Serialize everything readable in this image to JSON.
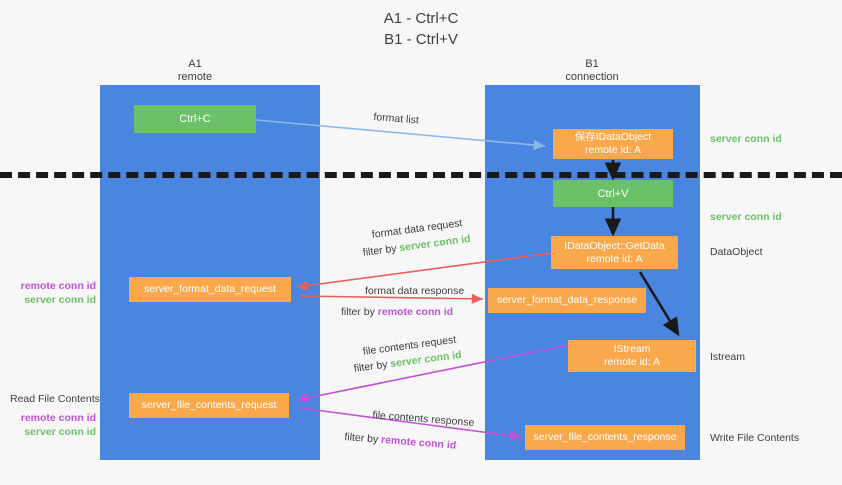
{
  "title": {
    "line1": "A1 - Ctrl+C",
    "line2": "B1 - Ctrl+V"
  },
  "lanes": [
    {
      "name": "A1",
      "sub": "remote"
    },
    {
      "name": "B1",
      "sub": "connection"
    }
  ],
  "colors": {
    "lane": "#4a86e0",
    "action": "#6cc067",
    "message": "#f9a94c",
    "server_conn": "#6cc067",
    "remote_conn": "#c252d6",
    "arrow_blue": "#8ab9e8",
    "arrow_red": "#e8605d",
    "arrow_purple": "#c252d6",
    "arrow_black": "#1a1a1a",
    "divider": "#1a1a1a"
  },
  "nodes": {
    "ctrl_c": "Ctrl+C",
    "ctrl_v": "Ctrl+V",
    "data_object_store": {
      "line1": "保存IDataObject",
      "line2": "remote id: A"
    },
    "get_data": {
      "line1": "IDataObject::GetData",
      "line2": "remote id: A"
    },
    "istream": {
      "line1": "IStream",
      "line2": "remote id: A"
    },
    "format_data_request": "server_format_data_request",
    "format_data_response": "server_format_data_response",
    "file_contents_request": "server_file_contents_request",
    "file_contents_response": "server_file_contents_response"
  },
  "edges": {
    "format_list": "format list",
    "format_data_request": {
      "line1": "format data request",
      "filter_prefix": "filter by ",
      "filter_value": "server conn id"
    },
    "format_data_response": {
      "line1": "format data response",
      "filter_prefix": "filter by ",
      "filter_value": "remote conn id"
    },
    "file_contents_request": {
      "line1": "file contents request",
      "filter_prefix": "filter by ",
      "filter_value": "server conn id"
    },
    "file_contents_response": {
      "line1": "file contents response",
      "filter_prefix": "filter by ",
      "filter_value": "remote conn id"
    }
  },
  "annotations": {
    "right_server_conn_top": "server conn id",
    "right_server_conn_mid": "server conn id",
    "right_data_object": "DataObject",
    "right_istream": "Istream",
    "right_write_file_contents": "Write File Contents",
    "left_read_file_contents": "Read File Contents",
    "left_pair_mid": {
      "remote": "remote conn id",
      "server": "server conn id"
    },
    "left_pair_bottom": {
      "remote": "remote conn id",
      "server": "server conn id"
    }
  }
}
